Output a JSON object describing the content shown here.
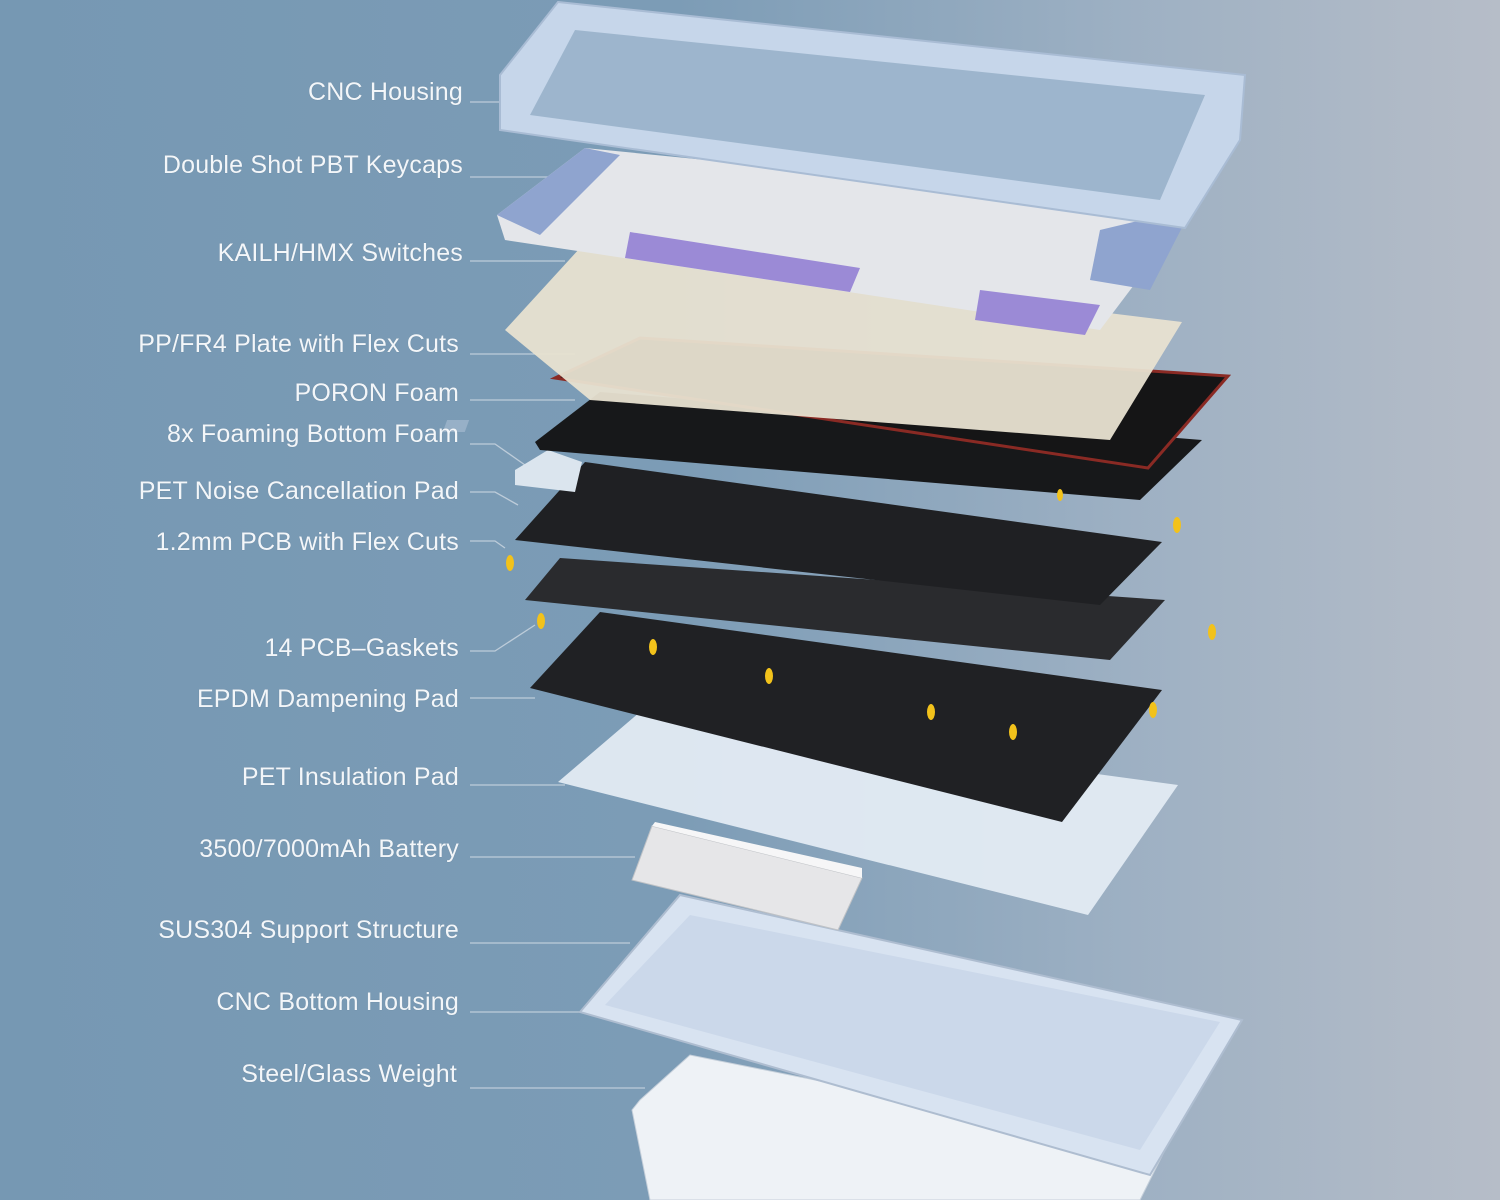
{
  "labels": [
    "CNC Housing",
    "Double Shot PBT Keycaps",
    "KAILH/HMX Switches",
    "PP/FR4 Plate with Flex Cuts",
    "PORON Foam",
    "8x Foaming Bottom Foam",
    "PET Noise Cancellation Pad",
    "1.2mm PCB with Flex Cuts",
    "14 PCB–Gaskets",
    "EPDM Dampening Pad",
    "PET Insulation Pad",
    "3500/7000mAh Battery",
    "SUS304 Support Structure",
    "CNC Bottom Housing",
    "Steel/Glass Weight"
  ],
  "colors": {
    "housing": "#c9d8ea",
    "keycap_light": "#e4e6ea",
    "keycap_blue": "#8fa4cf",
    "keycap_purple": "#9b8ad6",
    "switch": "#ece6d8",
    "switch_stem": "#6b4a3a",
    "plate_edge": "#7a2420",
    "dark_layer": "#1e1f22",
    "gasket": "#f2c21b",
    "pad": "#dfe7f0"
  }
}
